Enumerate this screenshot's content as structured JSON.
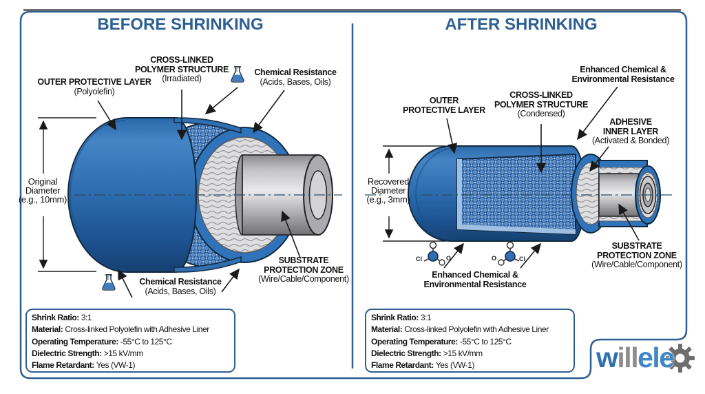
{
  "colors": {
    "accent_blue": "#2d5f92",
    "tube_blue": "#2f6fb2",
    "crosshatch_blue": "#5e8fc7",
    "substrate_gray": "#c9c9cd",
    "logo_gray": "#8d8d8d",
    "text_black": "#111111"
  },
  "left_panel": {
    "title": "BEFORE SHRINKING",
    "labels": {
      "outer_layer": {
        "line1": "OUTER PROTECTIVE LAYER",
        "line2": "(Polyolefin)"
      },
      "polymer": {
        "line1": "CROSS-LINKED",
        "line2": "POLYMER STRUCTURE",
        "line3": "(Irradiated)"
      },
      "chem_top": {
        "line1": "Chemical Resistance",
        "line2": "(Acids, Bases, Oils)"
      },
      "diameter": {
        "line1": "Original",
        "line2": "Diameter",
        "line3": "(e.g., 10mm)"
      },
      "chem_bottom": {
        "line1": "Chemical Resistance",
        "line2": "(Acids, Bases, Oils)"
      },
      "substrate": {
        "line1": "SUBSTRATE",
        "line2": "PROTECTION ZONE",
        "line3": "(Wire/Cable/Component)"
      }
    },
    "specs": [
      {
        "label": "Shrink Ratio:",
        "value": "3:1"
      },
      {
        "label": "Material:",
        "value": "Cross-linked Polyolefin with Adhesive Liner"
      },
      {
        "label": "Operating Temperature:",
        "value": "-55°C to 125°C"
      },
      {
        "label": "Dielectric Strength:",
        "value": ">15 kV/mm"
      },
      {
        "label": "Flame Retardant:",
        "value": "Yes (VW-1)"
      }
    ]
  },
  "right_panel": {
    "title": "AFTER SHRINKING",
    "labels": {
      "enhanced_top": {
        "line1": "Enhanced Chemical &",
        "line2": "Environmental Resistance"
      },
      "outer_layer": {
        "line1": "OUTER",
        "line2": "PROTECTIVE LAYER"
      },
      "polymer": {
        "line1": "CROSS-LINKED",
        "line2": "POLYMER STRUCTURE",
        "line3": "(Condensed)"
      },
      "adhesive": {
        "line1": "ADHESIVE",
        "line2": "INNER LAYER",
        "line3": "(Activated & Bonded)"
      },
      "diameter": {
        "line1": "Recovered",
        "line2": "Diameter",
        "line3": "(e.g., 3mm)"
      },
      "enhanced_bottom": {
        "line1": "Enhanced Chemical &",
        "line2": "Environmental Resistance"
      },
      "substrate": {
        "line1": "SUBSTRATE",
        "line2": "PROTECTION ZONE",
        "line3": "(Wire/Cable/Component)"
      },
      "molecule_left": {
        "atom_left": "Cl",
        "atom_right": "O"
      },
      "molecule_right": {
        "atom_left": "O",
        "atom_right": "Cl"
      }
    },
    "specs": [
      {
        "label": "Shrink Ratio:",
        "value": "3:1"
      },
      {
        "label": "Material:",
        "value": "Cross-linked Polyolefin with Adhesive Liner"
      },
      {
        "label": "Operating Temperature:",
        "value": "-55°C to 125°C"
      },
      {
        "label": "Dielectric Strength:",
        "value": ">15 kV/mm"
      },
      {
        "label": "Flame Retardant:",
        "value": "Yes (VW-1)"
      }
    ]
  },
  "logo": {
    "part1": "w",
    "part2": "ill",
    "part3": "ele"
  }
}
